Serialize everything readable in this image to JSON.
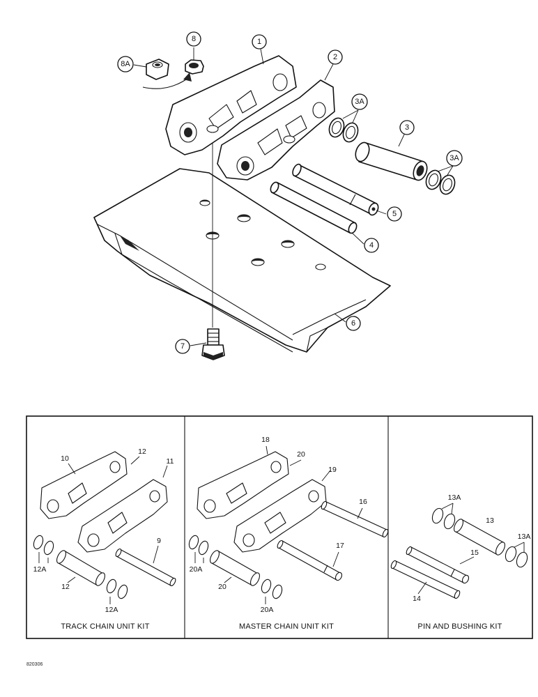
{
  "main_diagram": {
    "callouts": [
      {
        "id": "c1",
        "label": "1"
      },
      {
        "id": "c2",
        "label": "2"
      },
      {
        "id": "c3",
        "label": "3"
      },
      {
        "id": "c3a-1",
        "label": "3A"
      },
      {
        "id": "c3a-2",
        "label": "3A"
      },
      {
        "id": "c4",
        "label": "4"
      },
      {
        "id": "c5",
        "label": "5"
      },
      {
        "id": "c6",
        "label": "6"
      },
      {
        "id": "c7",
        "label": "7"
      },
      {
        "id": "c8",
        "label": "8"
      },
      {
        "id": "c8a",
        "label": "8A"
      }
    ]
  },
  "kits": [
    {
      "caption": "TRACK CHAIN UNIT KIT",
      "labels": [
        "10",
        "12",
        "11",
        "9",
        "12A",
        "12",
        "12A"
      ]
    },
    {
      "caption": "MASTER CHAIN UNIT KIT",
      "labels": [
        "18",
        "20",
        "19",
        "16",
        "17",
        "20A",
        "20",
        "20A"
      ]
    },
    {
      "caption": "PIN AND BUSHING KIT",
      "labels": [
        "13A",
        "13",
        "13A",
        "15",
        "14"
      ]
    }
  ],
  "drawing_code": "820306"
}
